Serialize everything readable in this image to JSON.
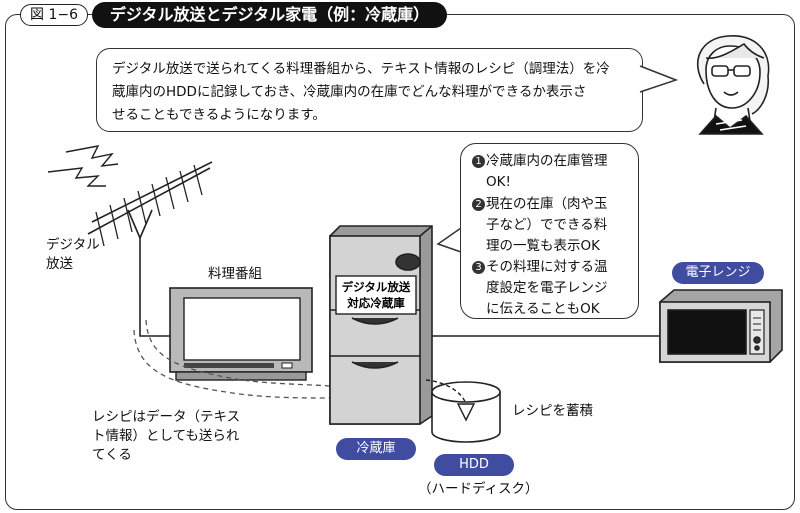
{
  "figure": {
    "number": "図 1−6",
    "title": "デジタル放送とデジタル家電（例：冷蔵庫）"
  },
  "speech": {
    "lines": [
      "デジタル放送で送られてくる料理番組から、テキスト情報のレシピ（調理法）を冷",
      "蔵庫内のHDDに記録しておき、冷蔵庫内の在庫でどんな料理ができるか表示さ",
      "せることもできるようになります。"
    ]
  },
  "callout": {
    "items": [
      {
        "num": "1",
        "lines": [
          "冷蔵庫内の在庫管理",
          "OK!"
        ]
      },
      {
        "num": "2",
        "lines": [
          "現在の在庫（肉や玉",
          "子など）でできる料",
          "理の一覧も表示OK"
        ]
      },
      {
        "num": "3",
        "lines": [
          "その料理に対する温",
          "度設定を電子レンジ",
          "に伝えることもOK"
        ]
      }
    ]
  },
  "labels": {
    "digital_broadcast": [
      "デジタル",
      "放送"
    ],
    "cooking_program": "料理番組",
    "fridge_sign": [
      "デジタル放送",
      "対応冷蔵庫"
    ],
    "data_note": [
      "レシピはデータ（テキス",
      "ト情報）としても送られ",
      "てくる"
    ],
    "store_recipe": "レシピを蓄積",
    "hdd_caption": "（ハードディスク）"
  },
  "badges": {
    "microwave": "電子レンジ",
    "fridge": "冷蔵庫",
    "hdd": "HDD"
  },
  "colors": {
    "badge": "#3f4ca0",
    "title_bg": "#111111",
    "appliance": "#cfcfcf"
  }
}
